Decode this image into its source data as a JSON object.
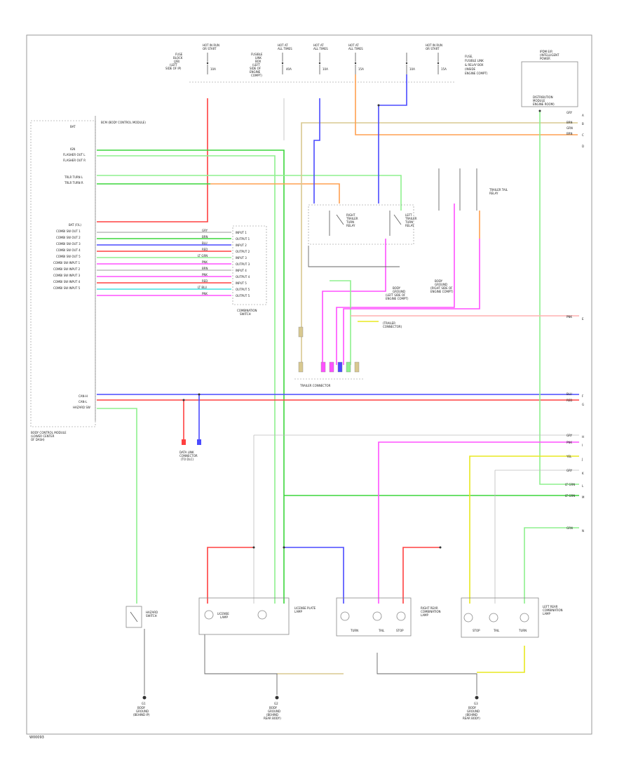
{
  "colors": {
    "red": "#ff4040",
    "green": "#3bd63b",
    "light_green": "#8ef08e",
    "blue": "#4a4aff",
    "pink": "#ff50ff",
    "orange": "#ffa050",
    "tan": "#d8c890",
    "yellow": "#e8e820",
    "gray": "#666666",
    "cyan": "#40e0e0",
    "light_gray": "#bbbbbb"
  },
  "corner_code": "W00093",
  "top_fuses": [
    {
      "line1": "HOT IN RUN",
      "line2": "OR START"
    },
    {
      "line1": "HOT AT",
      "line2": "ALL TIMES"
    },
    {
      "line1": "HOT AT",
      "line2": "ALL TIMES"
    },
    {
      "line1": "HOT AT",
      "line2": "ALL TIMES"
    },
    {
      "line1": "HOT IN RUN",
      "line2": "OR START"
    }
  ],
  "top_left_block": [
    "FUSE",
    "BLOCK",
    "(J/B)",
    "(LEFT",
    "SIDE OF IP)"
  ],
  "top_mid_block": [
    "FUSIBLE",
    "LINK",
    "BOX",
    "(LEFT",
    "SIDE OF",
    "ENGINE",
    "COMPT)"
  ],
  "top_right_block": [
    "FUSE,",
    "FUSIBLE LINK",
    "& RELAY BOX",
    "(INSIDE",
    "ENGINE COMPT)"
  ],
  "fuse_labels": [
    "10A",
    "40A",
    "10A",
    "15A",
    "10A",
    "15A"
  ],
  "bcm": {
    "header": "BCM (BODY CONTROL MODULE)",
    "pins_left": [
      "BAT",
      "IGN",
      "FLASHER OUT L",
      "FLASHER OUT R",
      "TRLR TURN L",
      "TRLR TURN R",
      "BAT (F/L)",
      "COMBI SW OUT 1",
      "COMBI SW OUT 2",
      "COMBI SW OUT 3",
      "COMBI SW OUT 4",
      "COMBI SW OUT 5",
      "COMBI SW INPUT 1",
      "COMBI SW INPUT 2",
      "COMBI SW INPUT 3",
      "COMBI SW INPUT 4",
      "COMBI SW INPUT 5",
      "CAN-H",
      "CAN-L",
      "HAZARD SW"
    ],
    "footer": [
      "BODY CONTROL MODULE",
      "(LOWER CENTER",
      "OF DASH)"
    ]
  },
  "combination_switch": [
    "COMBINATION",
    "SWITCH"
  ],
  "combi_wire_codes": [
    "GRY",
    "BRN",
    "BLU",
    "RED",
    "LT GRN",
    "PNK",
    "BRN",
    "PNK",
    "RED",
    "LT BLU",
    "PNK"
  ],
  "combi_pins": [
    "INPUT 1",
    "OUTPUT 1",
    "INPUT 2",
    "OUTPUT 2",
    "INPUT 3",
    "OUTPUT 3",
    "INPUT 4",
    "OUTPUT 4",
    "INPUT 5",
    "OUTPUT 5",
    "OUTPUT 5"
  ],
  "right_block": [
    "IPDM E/R",
    "(INTELLIGENT",
    "POWER",
    "DISTRIBUTION",
    "MODULE",
    "ENGINE ROOM)"
  ],
  "relays": [
    {
      "lines": [
        "RIGHT",
        "TRAILER",
        "TURN",
        "RELAY"
      ]
    },
    {
      "lines": [
        "LEFT",
        "TRAILER",
        "TURN",
        "RELAY"
      ]
    },
    {
      "lines": [
        "TRAILER TAIL",
        "RELAY"
      ]
    }
  ],
  "relay_ground_1": [
    "BODY",
    "GROUND",
    "(LEFT SIDE OF",
    "ENGINE COMPT)"
  ],
  "relay_ground_2": [
    "BODY",
    "GROUND",
    "(RIGHT SIDE OF",
    "ENGINE COMPT)"
  ],
  "trailer_connector": "TRAILER CONNECTOR",
  "trailer_note": [
    "(TRAILER",
    "CONNECTOR)"
  ],
  "data_link": [
    "DATA LINK",
    "CONNECTOR",
    "(TO DLC)"
  ],
  "hazard_switch": [
    "HAZARD",
    "SWITCH"
  ],
  "lamps": [
    {
      "name": [
        "LICENSE PLATE",
        "LAMP"
      ],
      "inner": [
        "LICENSE",
        "LAMP"
      ]
    },
    {
      "name": [
        "RIGHT REAR",
        "COMBINATION",
        "LAMP"
      ],
      "inner": [
        "TURN",
        "TAIL",
        "STOP"
      ]
    },
    {
      "name": [
        "LEFT REAR",
        "COMBINATION",
        "LAMP"
      ],
      "inner": [
        "STOP",
        "TAIL",
        "TURN"
      ]
    }
  ],
  "grounds": [
    {
      "id": "G1",
      "lines": [
        "BODY",
        "GROUND",
        "(BEHIND IP)"
      ]
    },
    {
      "id": "G2",
      "lines": [
        "BODY",
        "GROUND",
        "(BEHIND",
        "REAR BODY)"
      ]
    },
    {
      "id": "G3",
      "lines": [
        "BODY",
        "GROUND",
        "(BEHIND",
        "REAR BODY)"
      ]
    }
  ],
  "wire_codes_right": [
    "GRY",
    "BRN",
    "GRN",
    "BRN",
    "PNK",
    "RED",
    "BLU",
    "PNK",
    "GRY",
    "YEL",
    "GRY",
    "LT GRN",
    "LT GRN",
    "GRN"
  ],
  "right_edge_letters": [
    "A",
    "B",
    "C",
    "D",
    "E",
    "F",
    "G",
    "H",
    "I",
    "J",
    "K",
    "L",
    "M",
    "N"
  ]
}
